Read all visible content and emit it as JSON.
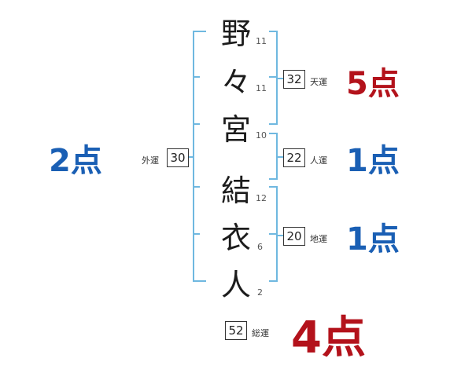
{
  "name_chars": [
    {
      "char": "野",
      "strokes": "11"
    },
    {
      "char": "々",
      "strokes": "11"
    },
    {
      "char": "宮",
      "strokes": "10"
    },
    {
      "char": "結",
      "strokes": "12"
    },
    {
      "char": "衣",
      "strokes": "6"
    },
    {
      "char": "人",
      "strokes": "2"
    }
  ],
  "gaiun": {
    "label": "外運",
    "value": "30",
    "score": "2点"
  },
  "tenun": {
    "label": "天運",
    "value": "32",
    "score": "5点"
  },
  "jinun": {
    "label": "人運",
    "value": "22",
    "score": "1点"
  },
  "chiun": {
    "label": "地運",
    "value": "20",
    "score": "1点"
  },
  "souun": {
    "label": "総運",
    "value": "52",
    "score": "4点"
  },
  "colors": {
    "bracket": "#6fb8e0",
    "blue": "#1a5fb4",
    "red": "#b3121b"
  }
}
